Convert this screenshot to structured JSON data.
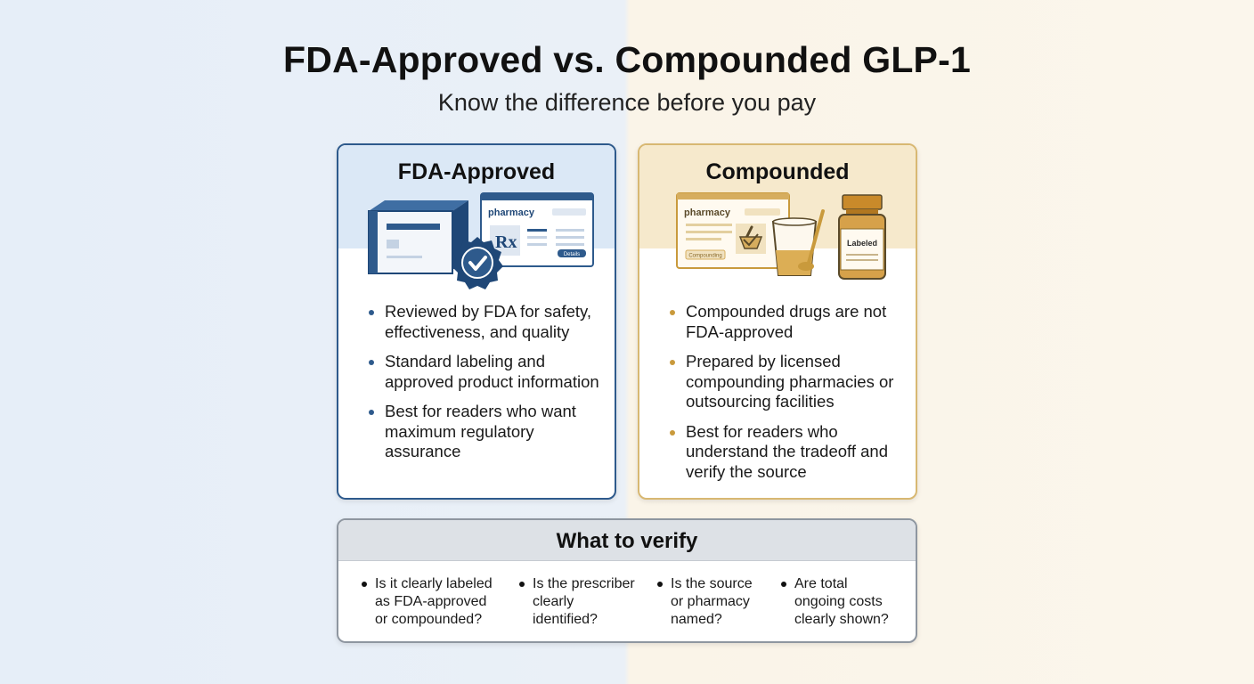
{
  "header": {
    "title": "FDA-Approved vs. Compounded GLP-1",
    "subtitle": "Know the difference before you pay"
  },
  "fda_card": {
    "title": "FDA-Approved",
    "illustration": {
      "screen_label": "pharmacy",
      "rx_symbol": "Rx",
      "button_label": "Details",
      "badge_icon": "check-seal-icon"
    },
    "bullets": [
      "Reviewed by FDA for safety, effectiveness, and quality",
      "Standard labeling and approved product information",
      "Best for readers who want maximum regulatory assurance"
    ]
  },
  "compounded_card": {
    "title": "Compounded",
    "illustration": {
      "screen_label": "pharmacy",
      "screen_button": "Compounding",
      "vial_label": "Labeled",
      "icon": "mortar-pestle-icon"
    },
    "bullets": [
      "Compounded drugs are not FDA-approved",
      "Prepared by licensed compounding pharmacies or outsourcing facilities",
      "Best for readers who understand the tradeoff and verify the source"
    ]
  },
  "verify": {
    "title": "What to verify",
    "items": [
      "Is it clearly labeled as FDA-approved or compounded?",
      "Is the prescriber clearly identified?",
      "Is the source or pharmacy named?",
      "Are total ongoing costs clearly shown?"
    ]
  },
  "colors": {
    "fda_accent": "#2e5a8c",
    "compounded_accent": "#c99a3c",
    "verify_border": "#8e96a0"
  }
}
